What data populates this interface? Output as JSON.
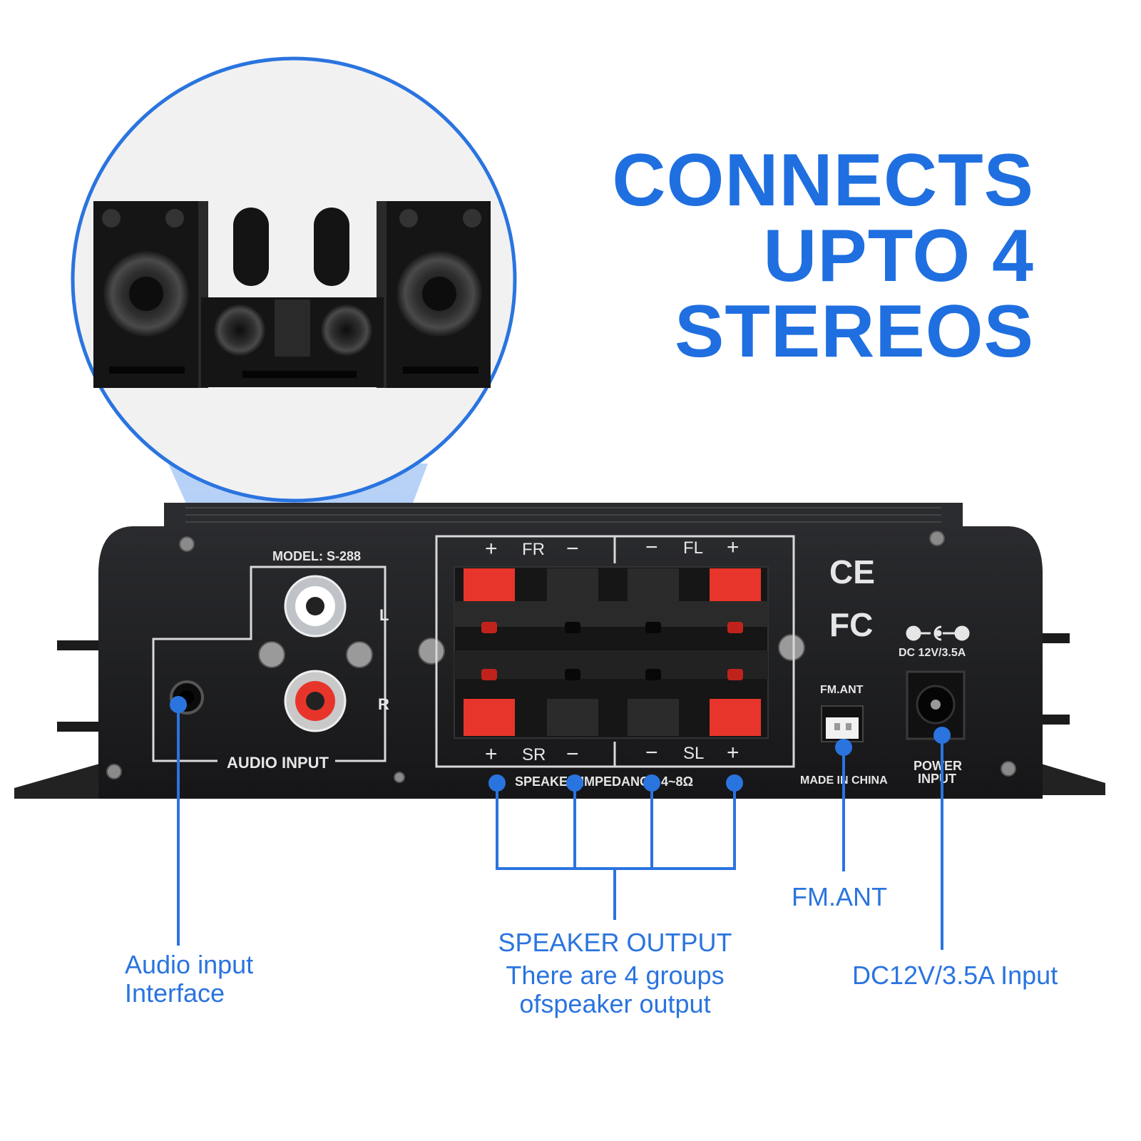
{
  "headline": {
    "line1": "CONNECTS",
    "line2": "UPTO 4",
    "line3": "STEREOS"
  },
  "colors": {
    "accent": "#1f6fe0",
    "panel": "#1c1c1e",
    "terminal_red": "#e8352b"
  },
  "panel": {
    "model": "MODEL: S-288",
    "input_l": "L",
    "input_r": "R",
    "audio_input": "AUDIO INPUT",
    "fr": "FR",
    "fl": "FL",
    "sr": "SR",
    "sl": "SL",
    "plus": "+",
    "minus": "−",
    "impedance": "SPEAKER IMPEDANCE 4~8Ω",
    "ce": "CE",
    "fcc": "FC",
    "dc_rating": "DC 12V/3.5A",
    "fm_ant": "FM.ANT",
    "made_in": "MADE IN CHINA",
    "power_input_1": "POWER",
    "power_input_2": "INPUT"
  },
  "callouts": {
    "audio_input_1": "Audio input",
    "audio_input_2": "Interface",
    "speaker_output": "SPEAKER OUTPUT",
    "speaker_desc_1": "There are 4 groups",
    "speaker_desc_2": "ofspeaker output",
    "fm_ant": "FM.ANT",
    "dc_input": "DC12V/3.5A Input"
  }
}
